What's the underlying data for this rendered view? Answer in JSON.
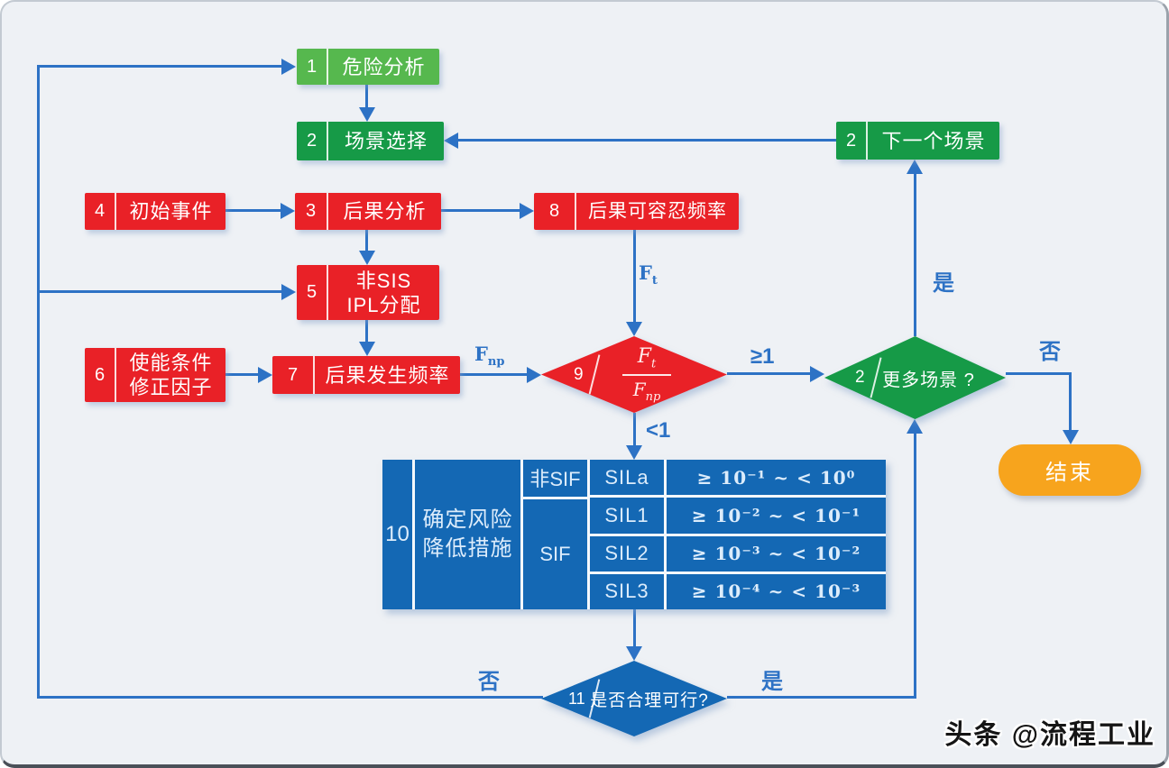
{
  "watermark": "头条 @流程工业",
  "colors": {
    "light_green": "#56b84e",
    "dark_green": "#169a47",
    "red": "#e92127",
    "blue": "#1468b4",
    "orange": "#f7a41d",
    "line_blue": "#2d72c5"
  },
  "nodes": {
    "hazard_analysis": {
      "num": "1",
      "label": "危险分析"
    },
    "scenario_selection": {
      "num": "2",
      "label": "场景选择"
    },
    "consequence_analysis": {
      "num": "3",
      "label": "后果分析"
    },
    "initiating_event": {
      "num": "4",
      "label": "初始事件"
    },
    "non_sis_ipl": {
      "num": "5",
      "line1": "非SIS",
      "line2": "IPL分配"
    },
    "enabling_condition": {
      "num": "6",
      "line1": "使能条件",
      "line2": "修正因子"
    },
    "consequence_frequency": {
      "num": "7",
      "label": "后果发生频率"
    },
    "tolerable_frequency": {
      "num": "8",
      "label": "后果可容忍频率"
    },
    "ratio_decision": {
      "num": "9",
      "numerator": {
        "base": "F",
        "sub": "t"
      },
      "denominator": {
        "base": "F",
        "sub": "np"
      }
    },
    "risk_reduction": {
      "num": "10",
      "line1": "确定风险",
      "line2": "降低措施"
    },
    "feasibility_decision": {
      "num": "11",
      "label": "是否合理可行?"
    },
    "more_scenarios_decision": {
      "num": "2",
      "label": "更多场景 ?"
    },
    "next_scenario": {
      "num": "2",
      "label": "下一个场景"
    },
    "end": {
      "label": "结束"
    }
  },
  "table": {
    "rows": [
      {
        "cls": "非SIF",
        "sil": "SILa",
        "range": "≥ 10⁻¹ ~ < 10⁰"
      },
      {
        "cls": "SIF",
        "sil": "SIL1",
        "range": "≥ 10⁻² ~ < 10⁻¹"
      },
      {
        "sil": "SIL2",
        "range": "≥ 10⁻³ ~ < 10⁻²"
      },
      {
        "sil": "SIL3",
        "range": "≥ 10⁻⁴ ~ < 10⁻³"
      }
    ]
  },
  "edges": {
    "ge_one": "≥1",
    "lt_one": "<1",
    "yes_more": "是",
    "no_more": "否",
    "yes_feasible": "是",
    "no_feasible": "否",
    "f_t": {
      "base": "F",
      "sub": "t"
    },
    "f_np": {
      "base": "F",
      "sub": "np"
    }
  }
}
